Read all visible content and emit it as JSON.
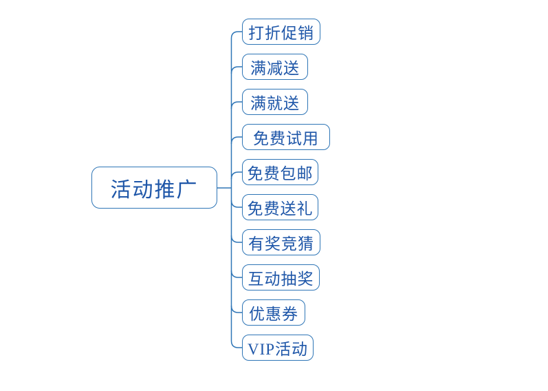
{
  "diagram": {
    "type": "mindmap",
    "root": {
      "label": "活动推广"
    },
    "children": [
      {
        "label": "打折促销"
      },
      {
        "label": "满减送"
      },
      {
        "label": "满就送"
      },
      {
        "label": "免费试用"
      },
      {
        "label": "免费包邮"
      },
      {
        "label": "免费送礼"
      },
      {
        "label": "有奖竞猜"
      },
      {
        "label": "互动抽奖"
      },
      {
        "label": "优惠券"
      },
      {
        "label": "VIP活动"
      }
    ],
    "colors": {
      "line": "#2E75B6",
      "text": "#1E56A8",
      "background": "#FFFFFF"
    }
  }
}
